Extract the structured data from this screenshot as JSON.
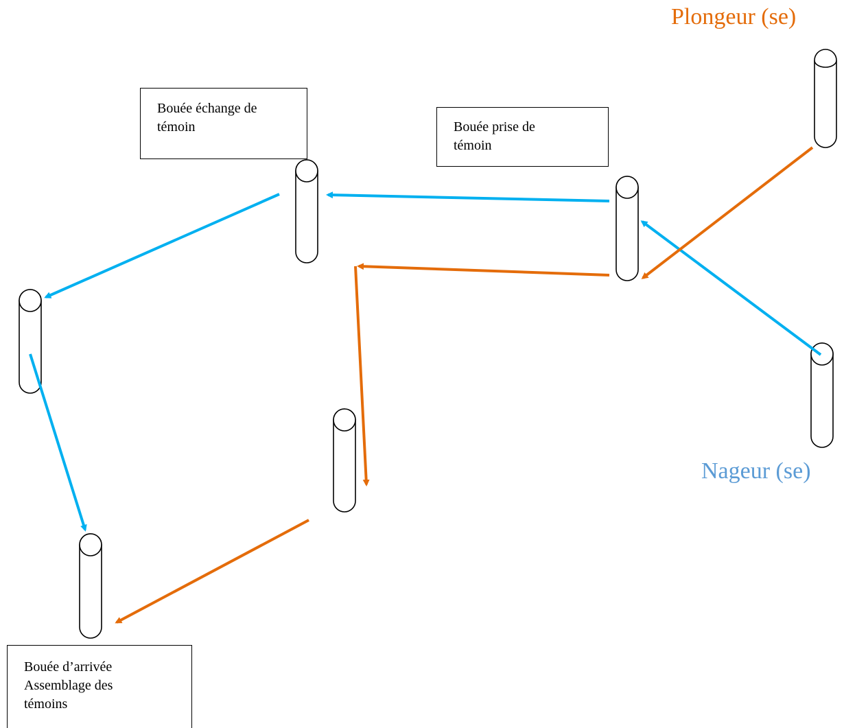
{
  "legend": {
    "diver": "Plongeur (se)",
    "swimmer": "Nageur (se)"
  },
  "labels": {
    "exchange_buoy": "Bouée échange de\ntémoin",
    "pickup_buoy": "Bouée prise de\ntémoin",
    "finish_buoy": "Bouée d’arrivée\nAssemblage des\ntémoins"
  },
  "colors": {
    "diver": "#E46C0A",
    "swimmer": "#00B0F0",
    "swimmer_legend": "#5B9BD5",
    "buoy_outline": "#000000"
  }
}
